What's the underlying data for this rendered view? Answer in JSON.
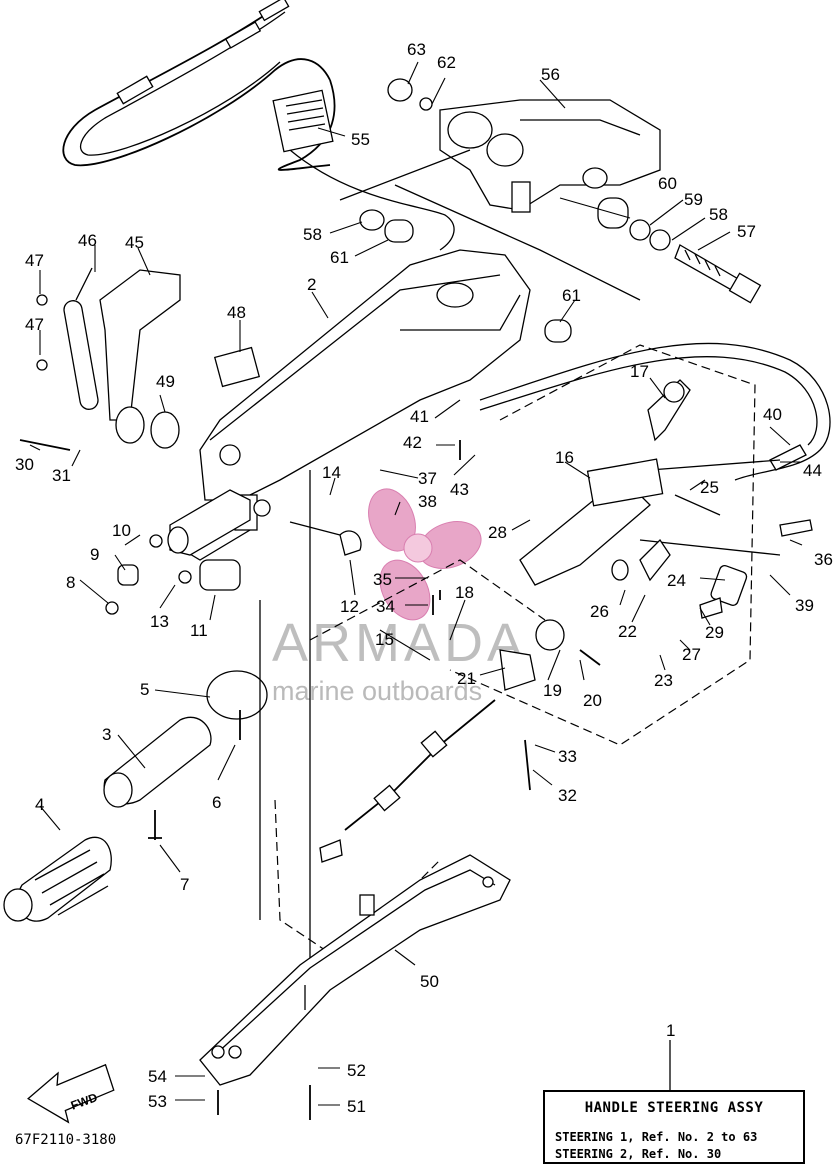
{
  "diagram": {
    "code": "67F2110-3180",
    "fwd_label": "FWD",
    "title": "HANDLE STEERING ASSY",
    "title_ref_number": "1",
    "steering_lines": [
      "STEERING 1,  Ref. No. 2 to 63",
      "STEERING 2,  Ref. No. 30"
    ],
    "watermark": {
      "brand": "ARMADA",
      "tagline": "marine outboards",
      "color": "#e8a6c8"
    },
    "part_numbers": [
      "1",
      "2",
      "3",
      "4",
      "5",
      "6",
      "7",
      "8",
      "9",
      "10",
      "11",
      "12",
      "13",
      "14",
      "15",
      "16",
      "17",
      "18",
      "19",
      "20",
      "21",
      "22",
      "23",
      "24",
      "25",
      "26",
      "27",
      "28",
      "29",
      "30",
      "31",
      "32",
      "33",
      "34",
      "35",
      "36",
      "37",
      "38",
      "39",
      "40",
      "41",
      "42",
      "43",
      "44",
      "45",
      "46",
      "47",
      "47",
      "48",
      "49",
      "50",
      "51",
      "52",
      "53",
      "54",
      "55",
      "56",
      "57",
      "58",
      "58",
      "59",
      "60",
      "61",
      "61",
      "62",
      "63"
    ]
  }
}
